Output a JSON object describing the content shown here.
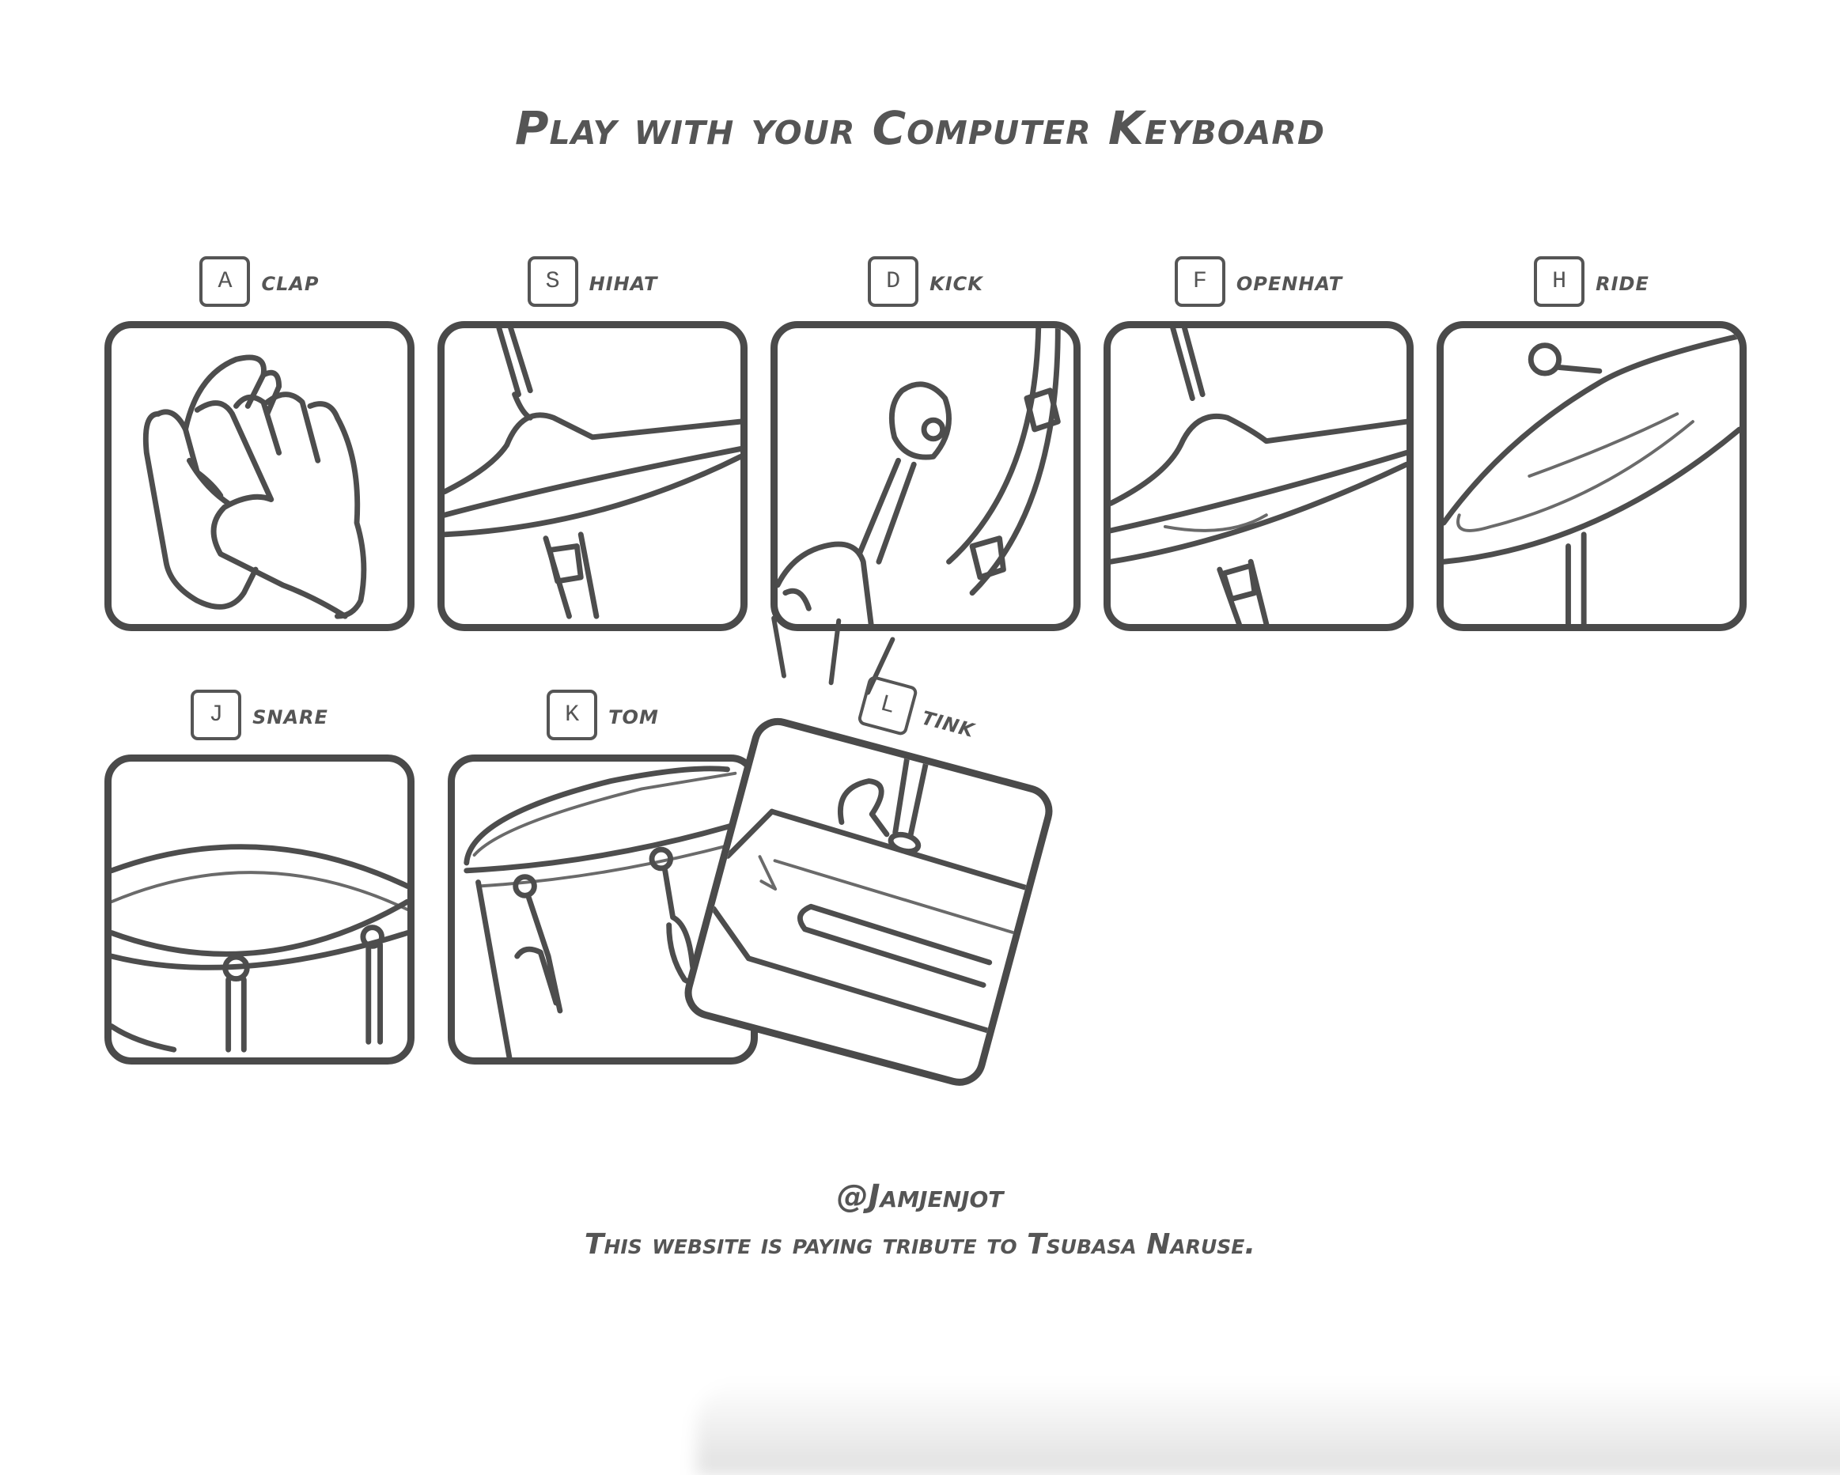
{
  "header": {
    "title": "Play with your Computer Keyboard"
  },
  "pads": [
    {
      "key": "A",
      "sound": "clap",
      "icon": "clap-hands-icon",
      "state": "idle"
    },
    {
      "key": "S",
      "sound": "hihat",
      "icon": "hihat-cymbal-icon",
      "state": "idle"
    },
    {
      "key": "D",
      "sound": "kick",
      "icon": "kick-pedal-icon",
      "state": "idle"
    },
    {
      "key": "F",
      "sound": "openhat",
      "icon": "open-hihat-icon",
      "state": "idle"
    },
    {
      "key": "H",
      "sound": "ride",
      "icon": "ride-cymbal-icon",
      "state": "idle"
    },
    {
      "key": "J",
      "sound": "snare",
      "icon": "snare-drum-icon",
      "state": "idle"
    },
    {
      "key": "K",
      "sound": "tom",
      "icon": "tom-drum-icon",
      "state": "idle"
    },
    {
      "key": "L",
      "sound": "tink",
      "icon": "tink-block-icon",
      "state": "playing"
    }
  ],
  "footer": {
    "handle": "@Jamjenjot",
    "tribute": "This website is paying tribute to Tsubasa Naruse."
  },
  "colors": {
    "ink": "#535353",
    "background": "#ffffff"
  }
}
